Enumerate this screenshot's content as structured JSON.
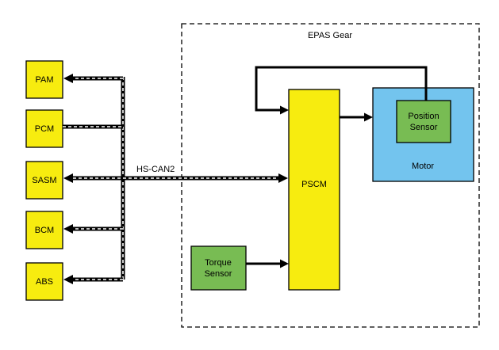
{
  "title": "EPAS Gear",
  "bus_label": "HS-CAN2",
  "modules": {
    "pam": "PAM",
    "pcm": "PCM",
    "sasm": "SASM",
    "bcm": "BCM",
    "abs": "ABS"
  },
  "pscm": "PSCM",
  "motor": "Motor",
  "position_sensor": [
    "Position",
    "Sensor"
  ],
  "torque_sensor": [
    "Torque",
    "Sensor"
  ],
  "colors": {
    "module_fill": "#f7ec0f",
    "motor_fill": "#73c4ee",
    "sensor_fill": "#78bc53",
    "stroke": "#000000"
  }
}
